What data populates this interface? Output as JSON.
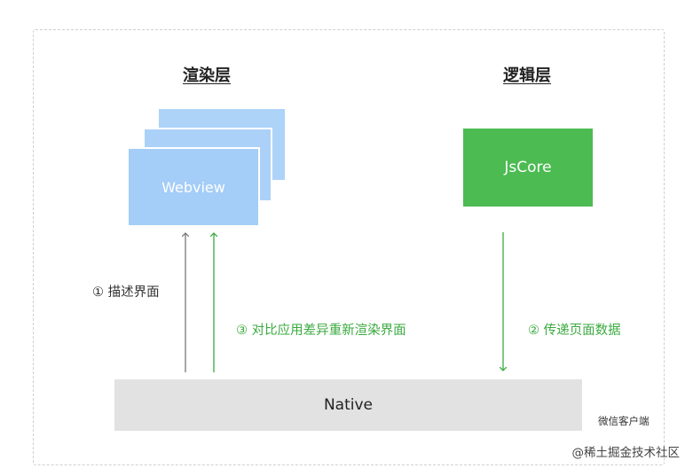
{
  "titles": {
    "render_layer": "渲染层",
    "logic_layer": "逻辑层"
  },
  "boxes": {
    "webview": "Webview",
    "jscore": "JsCore",
    "native": "Native"
  },
  "arrows": {
    "describe": "① 描述界面",
    "diff_render": "③ 对比应用差异重新渲染界面",
    "transfer": "② 传递页面数据"
  },
  "client_label": "微信客户端",
  "watermark": "@稀土掘金技术社区",
  "colors": {
    "webview_blue": "#a4cdf7",
    "jscore_green": "#4cbb52",
    "native_gray": "#e2e2e2",
    "arrow_gray": "#777777",
    "arrow_green": "#3aaa3f"
  }
}
